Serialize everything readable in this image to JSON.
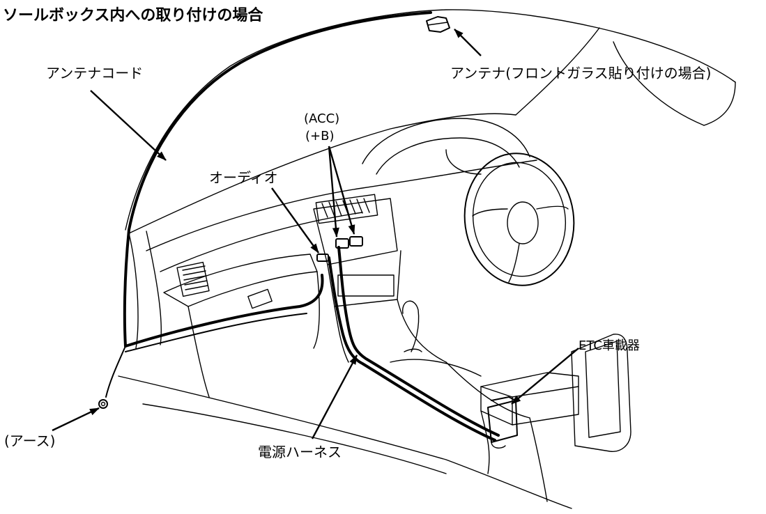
{
  "title": "ソールボックス内への取り付けの場合",
  "labels": {
    "antenna_cord": "アンテナコード",
    "antenna": "アンテナ(フロントガラス貼り付けの場合)",
    "acc": "(ACC)",
    "plus_b": "(+B)",
    "audio": "オーディオ",
    "etc_unit": "ETC車載器",
    "ground": "(アース)",
    "power_harness": "電源ハーネス"
  }
}
